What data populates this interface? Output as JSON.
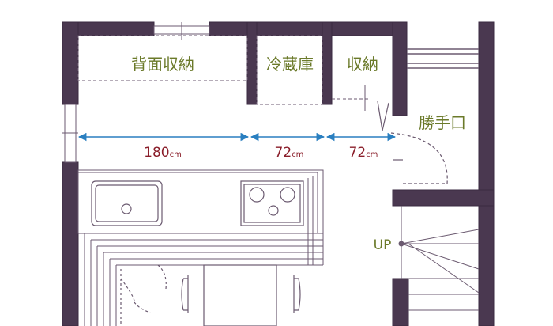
{
  "rooms": {
    "back_storage": "背面収納",
    "refrigerator": "冷蔵庫",
    "storage": "収納",
    "service_door": "勝手口"
  },
  "dimensions": [
    {
      "value": "180",
      "unit": "cm"
    },
    {
      "value": "72",
      "unit": "cm"
    },
    {
      "value": "72",
      "unit": "cm"
    }
  ],
  "stairs": {
    "up_label": "UP"
  },
  "colors": {
    "wall": "#4a3850",
    "wall_stroke": "#3a2a40",
    "line": "#6b5a70",
    "dimension_arrow": "#2a7fc0",
    "dimension_text": "#8a1e2a",
    "room_label": "#6b7a2a"
  }
}
